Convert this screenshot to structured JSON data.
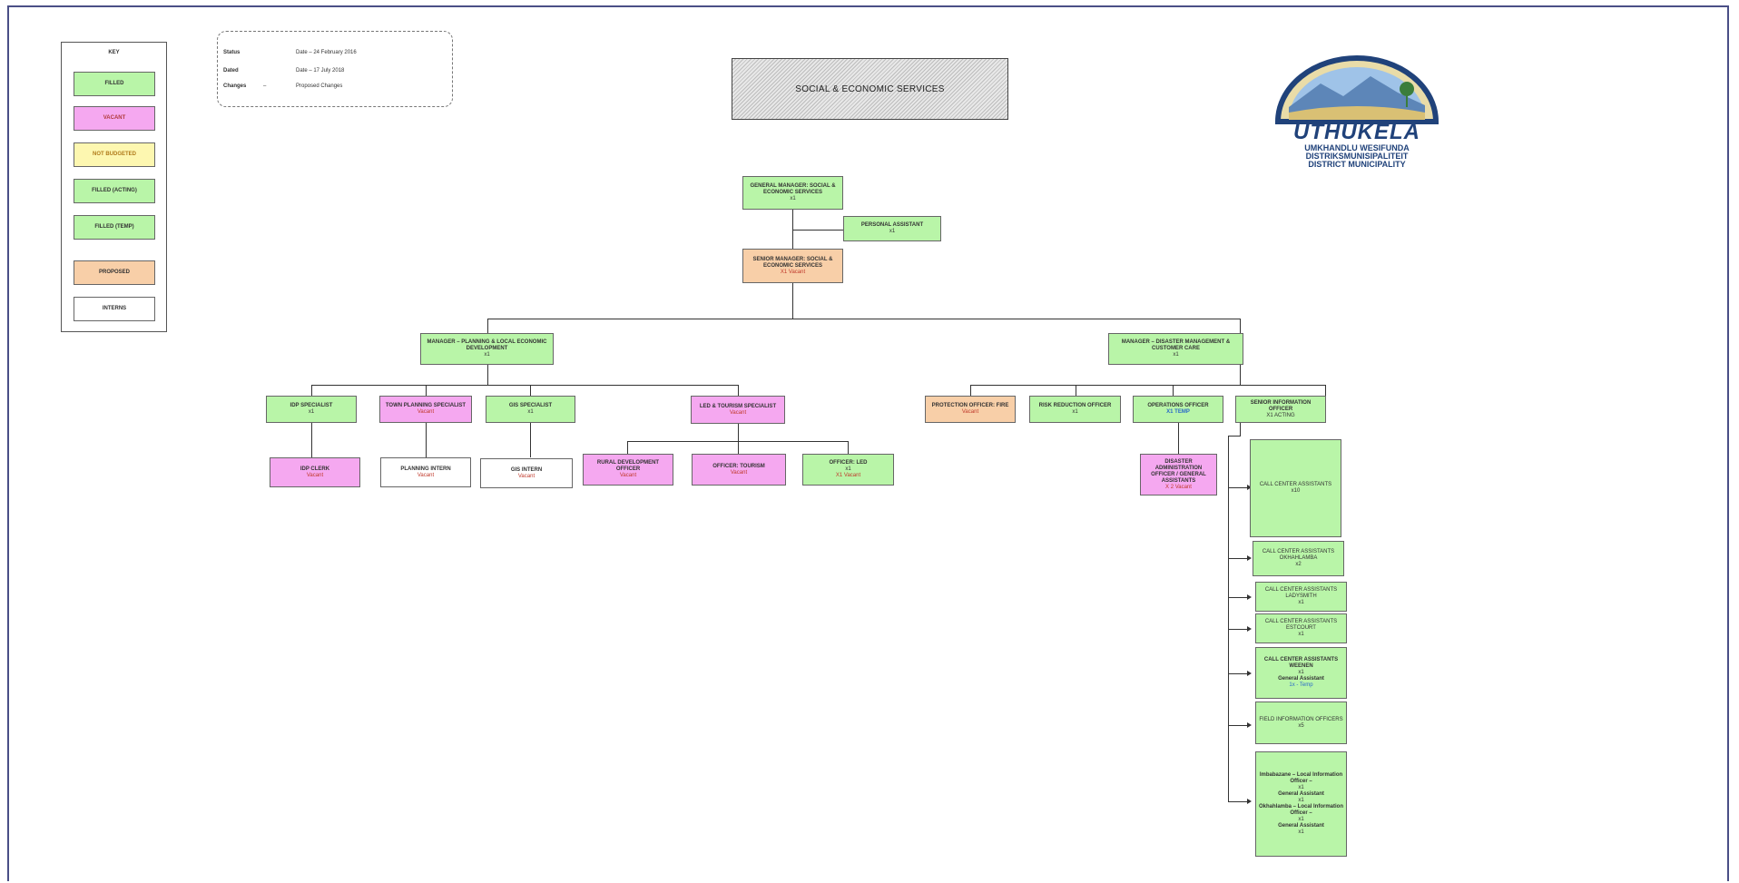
{
  "legend": {
    "title": "KEY",
    "items": [
      {
        "label": "FILLED",
        "color": "#b9f5a8"
      },
      {
        "label": "VACANT",
        "color": "#f5a8f0"
      },
      {
        "label": "NOT BUDGETED",
        "color": "#fdf7b0"
      },
      {
        "label": "FILLED (ACTING)",
        "color": "#b9f5a8"
      },
      {
        "label": "FILLED (TEMP)",
        "color": "#b9f5a8"
      },
      {
        "label": "PROPOSED",
        "color": "#f8cfa8"
      },
      {
        "label": "INTERNS",
        "color": "#ffffff"
      }
    ]
  },
  "info": {
    "rows": [
      {
        "label": "Status",
        "value": "Date – 24 February 2016"
      },
      {
        "label": "Dated",
        "value": "Date – 17 July 2018"
      },
      {
        "label": "Changes",
        "value": "Proposed Changes"
      }
    ],
    "dash": "–"
  },
  "banner": {
    "title": "SOCIAL & ECONOMIC SERVICES"
  },
  "logo": {
    "name": "UTHUKELA",
    "line1": "UMKHANDLU WESIFUNDA",
    "line2": "DISTRIKSMUNISIPALITEIT",
    "line3": "DISTRICT MUNICIPALITY"
  },
  "org": {
    "gm": {
      "title": "GENERAL MANAGER: SOCIAL & ECONOMIC SERVICES",
      "count": "x1"
    },
    "pa": {
      "title": "PERSONAL ASSISTANT",
      "count": "x1"
    },
    "sm": {
      "title": "SENIOR MANAGER: SOCIAL & ECONOMIC SERVICES",
      "status": "X1 Vacant"
    },
    "mgr_planning": {
      "title": "MANAGER – PLANNING & LOCAL ECONOMIC DEVELOPMENT",
      "count": "x1"
    },
    "mgr_disaster": {
      "title": "MANAGER – DISASTER MANAGEMENT & CUSTOMER CARE",
      "count": "x1"
    },
    "idp_spec": {
      "title": "IDP SPECIALIST",
      "count": "x1"
    },
    "town_spec": {
      "title": "TOWN PLANNING SPECIALIST",
      "status": "Vacant"
    },
    "gis_spec": {
      "title": "GIS SPECIALIST",
      "count": "x1"
    },
    "led_spec": {
      "title": "LED & TOURISM SPECIALIST",
      "status": "Vacant"
    },
    "idp_clerk": {
      "title": "IDP CLERK",
      "status": "Vacant"
    },
    "planning_intern": {
      "title": "PLANNING INTERN",
      "status": "Vacant"
    },
    "gis_intern": {
      "title": "GIS INTERN",
      "status": "Vacant"
    },
    "rural_dev": {
      "title": "RURAL DEVELOPMENT OFFICER",
      "status": "Vacant"
    },
    "officer_tourism": {
      "title": "OFFICER: TOURISM",
      "status": "Vacant"
    },
    "officer_led": {
      "title": "OFFICER: LED",
      "count": "x1",
      "status": "X1 Vacant"
    },
    "protection": {
      "title": "PROTECTION OFFICER: FIRE",
      "status": "Vacant"
    },
    "risk_reduction": {
      "title": "RISK REDUCTION OFFICER",
      "count": "x1"
    },
    "operations": {
      "title": "OPERATIONS OFFICER",
      "status": "X1 TEMP"
    },
    "senior_info": {
      "title": "SENIOR INFORMATION OFFICER",
      "status": "X1 ACTING"
    },
    "disaster_admin": {
      "title": "DISASTER ADMINISTRATION OFFICER / GENERAL ASSISTANTS",
      "status": "X 2 Vacant"
    },
    "call_centre": {
      "title": "CALL CENTER ASSISTANTS",
      "count": "x10"
    },
    "cca_okhahlamba": {
      "title": "CALL CENTER ASSISTANTS OKHAHLAMBA",
      "count": "x2"
    },
    "cca_ladysmith": {
      "title": "CALL CENTER ASSISTANTS LADYSMITH",
      "count": "x1"
    },
    "cca_estcourt": {
      "title": "CALL CENTER ASSISTANTS ESTCOURT",
      "count": "x1"
    },
    "cca_weenen": {
      "title": "CALL CENTER ASSISTANTS WEENEN",
      "count": "x1",
      "extra": "General Assistant",
      "status": "1x - Temp"
    },
    "field_info": {
      "title": "FIELD INFORMATION OFFICERS",
      "count": "x5"
    },
    "local_info": {
      "lines": [
        "Imbabazane – Local Information Officer –",
        "x1",
        "General Assistant",
        "x1",
        "Okhahlamba – Local Information Officer –",
        "x1",
        "General Assistant",
        "x1"
      ]
    }
  }
}
